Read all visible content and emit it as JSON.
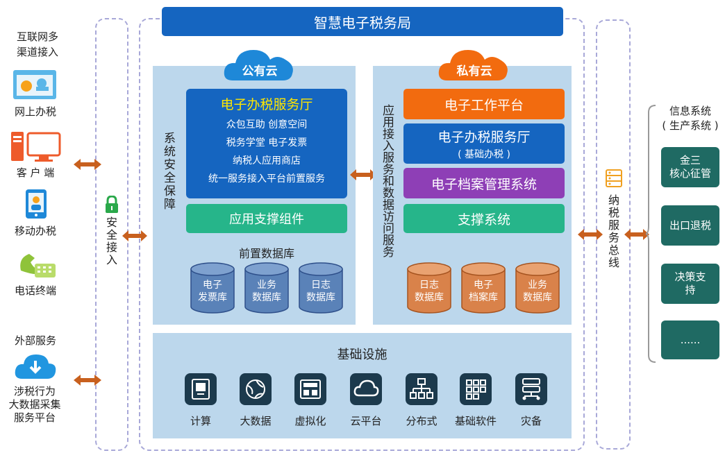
{
  "title": "智慧电子税务局",
  "left": {
    "multi_channel": [
      "互联网多",
      "渠道接入"
    ],
    "online": "网上办税",
    "client": "客 户 端",
    "mobile": "移动办税",
    "phone": "电话终端",
    "external": "外部服务",
    "bigdata": [
      "涉税行为",
      "大数据采集",
      "服务平台"
    ]
  },
  "security_access": "安全接入",
  "public_cloud": {
    "label": "公有云",
    "system_security": "系统安全保障",
    "hall_title": "电子办税服务厅",
    "hall_items": [
      "众包互助 创意空间",
      "税务学堂 电子发票",
      "纳税人应用商店",
      "统一服务接入平台前置服务"
    ],
    "support": "应用支撑组件",
    "db_title": "前置数据库",
    "dbs": [
      [
        "电子",
        "发票库"
      ],
      [
        "业务",
        "数据库"
      ],
      [
        "日志",
        "数据库"
      ]
    ]
  },
  "private_cloud": {
    "label": "私有云",
    "app_access": "应用接入服务和数据访问服务",
    "platform": "电子工作平台",
    "hall": "电子办税服务厅",
    "hall_sub": "( 基础办税 )",
    "archive": "电子档案管理系统",
    "support": "支撑系统",
    "dbs": [
      [
        "日志",
        "数据库"
      ],
      [
        "电子",
        "档案库"
      ],
      [
        "业务",
        "数据库"
      ]
    ]
  },
  "infrastructure": {
    "title": "基础设施",
    "items": [
      "计算",
      "大数据",
      "虚拟化",
      "云平台",
      "分布式",
      "基础软件",
      "灾备"
    ]
  },
  "tax_bus": "纳税服务总线",
  "right": {
    "title": [
      "信息系统",
      "( 生产系统 )"
    ],
    "systems": [
      [
        "金三",
        "核心征管"
      ],
      [
        "出口退税"
      ],
      [
        "决策支",
        "持"
      ],
      [
        "......"
      ]
    ]
  },
  "colors": {
    "blue": "#1565c0",
    "orange": "#f26b0f",
    "purple": "#8e3fb6",
    "green": "#26b58a",
    "teal": "#1f6a63",
    "panel": "#bcd7ec"
  }
}
